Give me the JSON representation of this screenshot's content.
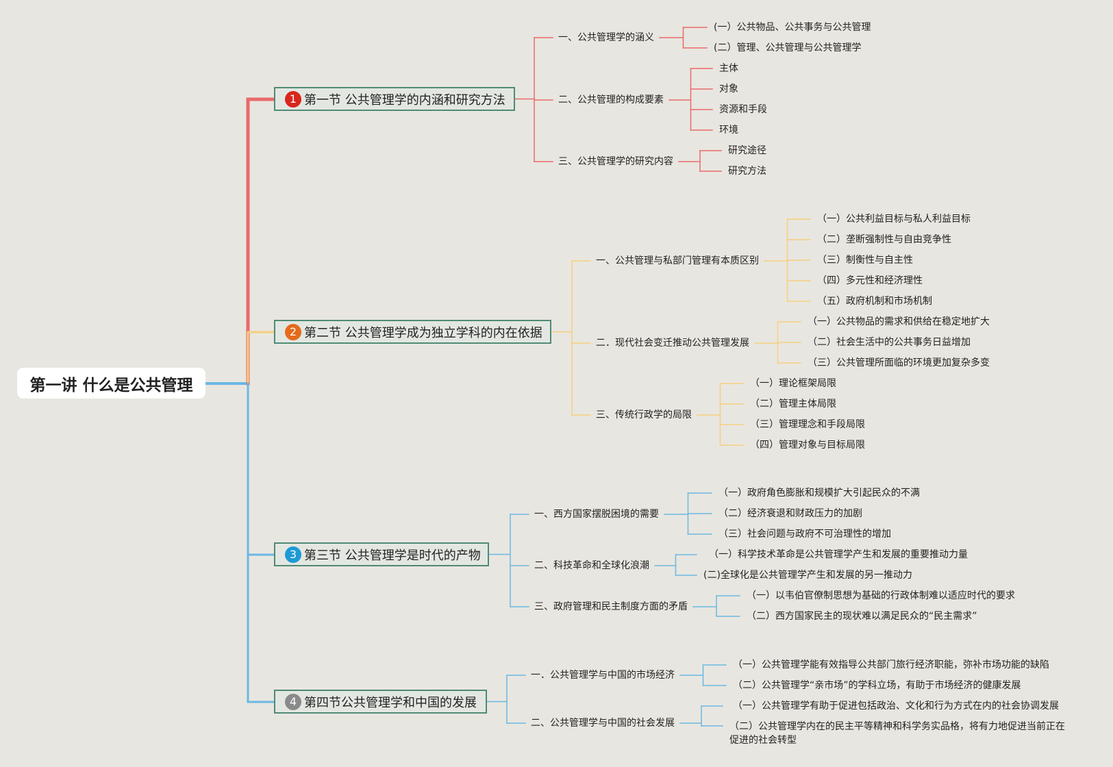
{
  "root": {
    "title": "第一讲 什么是公共管理"
  },
  "sections": [
    {
      "badge": "1",
      "title": "第一节 公共管理学的内涵和研究方法",
      "color": "#e96a6a",
      "badge_color": "#d8271c",
      "subs": [
        {
          "label": "一、公共管理学的涵义",
          "leaves": [
            "(一）公共物品、公共事务与公共管理",
            "(二）管理、公共管理与公共管理学"
          ]
        },
        {
          "label": "二、公共管理的构成要素",
          "leaves": [
            "主体",
            "对象",
            "资源和手段",
            "环境"
          ]
        },
        {
          "label": "三、公共管理学的研究内容",
          "leaves": [
            "研究途径",
            "研究方法"
          ]
        }
      ]
    },
    {
      "badge": "2",
      "title": "第二节 公共管理学成为独立学科的内在依据",
      "color": "#f6cf7e",
      "badge_color": "#e46b1c",
      "subs": [
        {
          "label": "一、公共管理与私部门管理有本质区别",
          "leaves": [
            "（一）公共利益目标与私人利益目标",
            "（二）垄断强制性与自由竞争性",
            "（三）制衡性与自主性",
            "（四）多元性和经济理性",
            "（五）政府机制和市场机制"
          ]
        },
        {
          "label": "二．现代社会变迁推动公共管理发展",
          "leaves": [
            "（一）公共物品的需求和供给在稳定地扩大",
            "（二）社会生活中的公共事务日益增加",
            "（三）公共管理所面临的环境更加复杂多变"
          ]
        },
        {
          "label": "三、传统行政学的局限",
          "leaves": [
            "（一）理论框架局限",
            "（二）管理主体局限",
            "（三）管理理念和手段局限",
            "（四）管理对象与目标局限"
          ]
        }
      ]
    },
    {
      "badge": "3",
      "title": "第三节 公共管理学是时代的产物",
      "color": "#6ab8e3",
      "badge_color": "#1d9ad6",
      "subs": [
        {
          "label": "一、西方国家摆脱困境的需要",
          "leaves": [
            "（一）政府角色膨胀和规模扩大引起民众的不满",
            "（二）经济衰退和财政压力的加剧",
            "（三）社会问题与政府不可治理性的增加"
          ]
        },
        {
          "label": "二、科技革命和全球化浪潮",
          "leaves": [
            "（一）科学技术革命是公共管理学产生和发展的重要推动力量",
            "(二)全球化是公共管理学产生和发展的另一推动力"
          ]
        },
        {
          "label": "三、政府管理和民主制度方面的矛盾",
          "leaves": [
            "（一）以韦伯官僚制思想为基础的行政体制难以适应时代的要求",
            "（二）西方国家民主的现状难以满足民众的“民主需求”"
          ]
        }
      ]
    },
    {
      "badge": "4",
      "title": "第四节公共管理学和中国的发展",
      "color": "#6ab8e3",
      "badge_color": "#8a8a8a",
      "subs": [
        {
          "label": "一．公共管理学与中国的市场经济",
          "leaves": [
            "（一）公共管理学能有效指导公共部门旅行经济职能，弥补市场功能的缺陷",
            "（二）公共管理学“亲市场”的学科立场，有助于市场经济的健康发展"
          ]
        },
        {
          "label": "二、公共管理学与中国的社会发展",
          "leaves": [
            "（一）公共管理学有助于促进包括政治、文化和行为方式在内的社会协调发展",
            "（二）公共管理学内在的民主平等精神和科学务实品格，将有力地促进当前正在促进的社会转型"
          ]
        }
      ]
    }
  ]
}
